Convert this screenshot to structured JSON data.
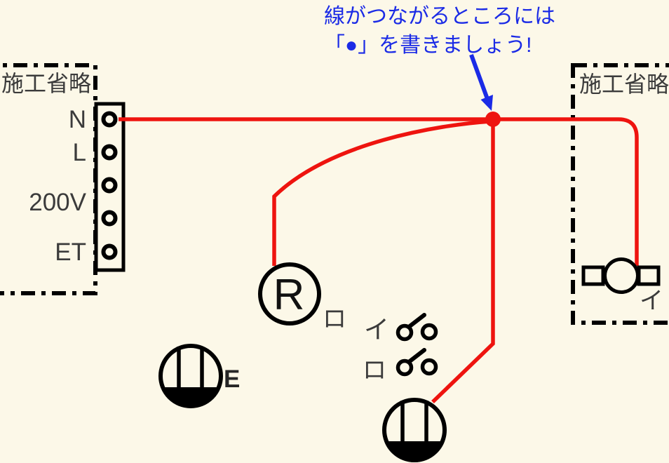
{
  "diagram": {
    "background": "#FCF8E8",
    "wire_color": "#EE140F",
    "annotation": {
      "line1": "線がつながるところには",
      "line2": "「●」を書きましょう!",
      "color": "#1B2BE6",
      "junction_mark": "●"
    },
    "left_box": {
      "title": "施工省略",
      "terminal_labels": [
        "N",
        "L",
        "200V",
        "ET"
      ],
      "terminal_count": 5
    },
    "right_box": {
      "title": "施工省略",
      "device": "lamp",
      "device_label": "イ"
    },
    "devices": {
      "r_symbol": "R",
      "r_label": "ロ",
      "switch1_label": "イ",
      "switch2_label": "ロ",
      "outlet_e_label": "E"
    }
  }
}
